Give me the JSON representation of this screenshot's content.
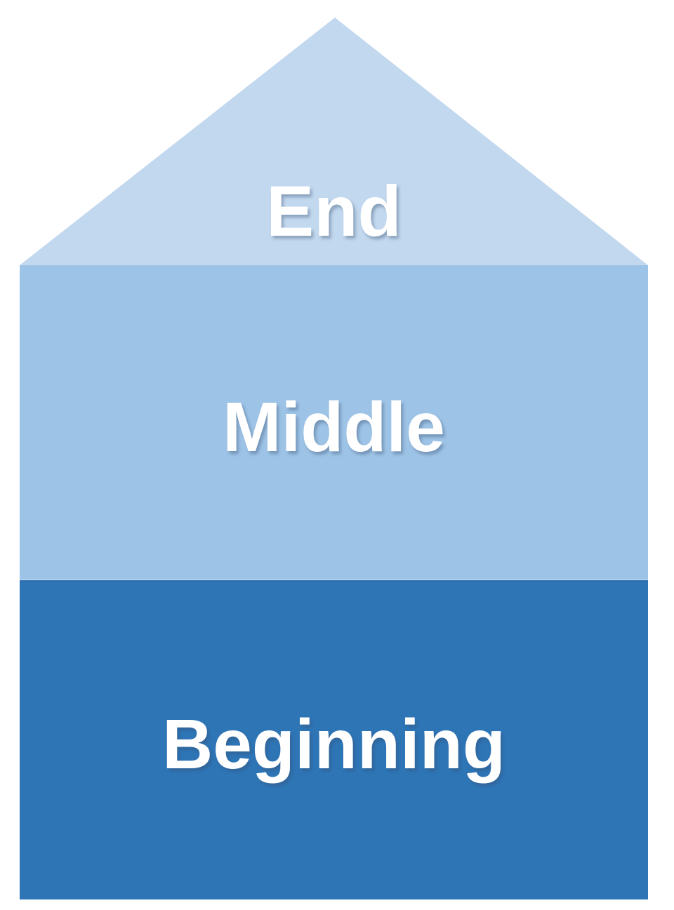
{
  "diagram": {
    "name": "story-structure-pyramid",
    "background_color": "#FFFFFF",
    "text_color": "#FFFFFF",
    "sections": [
      {
        "id": "end",
        "label": "End",
        "shape": "triangle",
        "color": "#C2D8EE"
      },
      {
        "id": "middle",
        "label": "Middle",
        "shape": "rectangle",
        "color": "#9DC3E6"
      },
      {
        "id": "beginning",
        "label": "Beginning",
        "shape": "rectangle",
        "color": "#2E75B6"
      }
    ]
  }
}
